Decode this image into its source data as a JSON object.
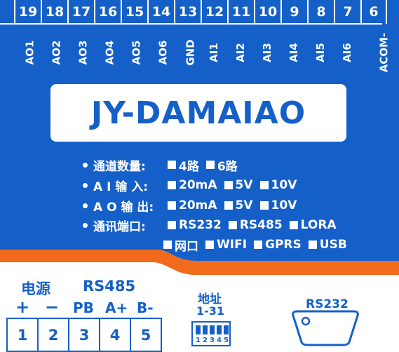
{
  "terminals_top": [
    {
      "num": "19",
      "label": "AO1"
    },
    {
      "num": "18",
      "label": "AO2"
    },
    {
      "num": "17",
      "label": "AO3"
    },
    {
      "num": "16",
      "label": "AO4"
    },
    {
      "num": "15",
      "label": "AO5"
    },
    {
      "num": "14",
      "label": "AO6"
    },
    {
      "num": "13",
      "label": "GND"
    },
    {
      "num": "12",
      "label": "AI1"
    },
    {
      "num": "11",
      "label": "AI2"
    },
    {
      "num": "10",
      "label": "AI3"
    },
    {
      "num": "9",
      "label": "AI4"
    },
    {
      "num": "8",
      "label": "AI5"
    },
    {
      "num": "7",
      "label": "AI6"
    },
    {
      "num": "6",
      "label": "ACOM-"
    }
  ],
  "title": "JY-DAMAIAO",
  "specs": [
    {
      "key": "通道数量:",
      "opts": [
        "4路",
        "6路"
      ]
    },
    {
      "key": "A I  输  入:",
      "opts": [
        "20mA",
        "5V",
        "10V"
      ]
    },
    {
      "key": "A O  输  出:",
      "opts": [
        "20mA",
        "5V",
        "10V"
      ]
    },
    {
      "key": "通讯端口:",
      "opts": [
        "RS232",
        "RS485",
        "LORA"
      ]
    },
    {
      "key": "",
      "opts": [
        "网口",
        "WIFI",
        "GPRS",
        "USB"
      ]
    }
  ],
  "bottom": {
    "power_label": "电源",
    "rs485_label": "RS485",
    "plus": "+",
    "minus": "−",
    "pb": "PB",
    "aplus": "A+",
    "bminus": "B-",
    "terminals": [
      "1",
      "2",
      "3",
      "4",
      "5"
    ],
    "address_label": "地址",
    "address_range": "1-31",
    "dip_numbers": [
      "1",
      "2",
      "3",
      "4",
      "5"
    ],
    "rs232_label": "RS232"
  },
  "colors": {
    "blue": "#1560c8",
    "orange": "#f26a1b",
    "white": "#ffffff"
  },
  "icons": {
    "dip_switch": "dip-switch-icon",
    "db9_port": "db9-connector-icon"
  }
}
